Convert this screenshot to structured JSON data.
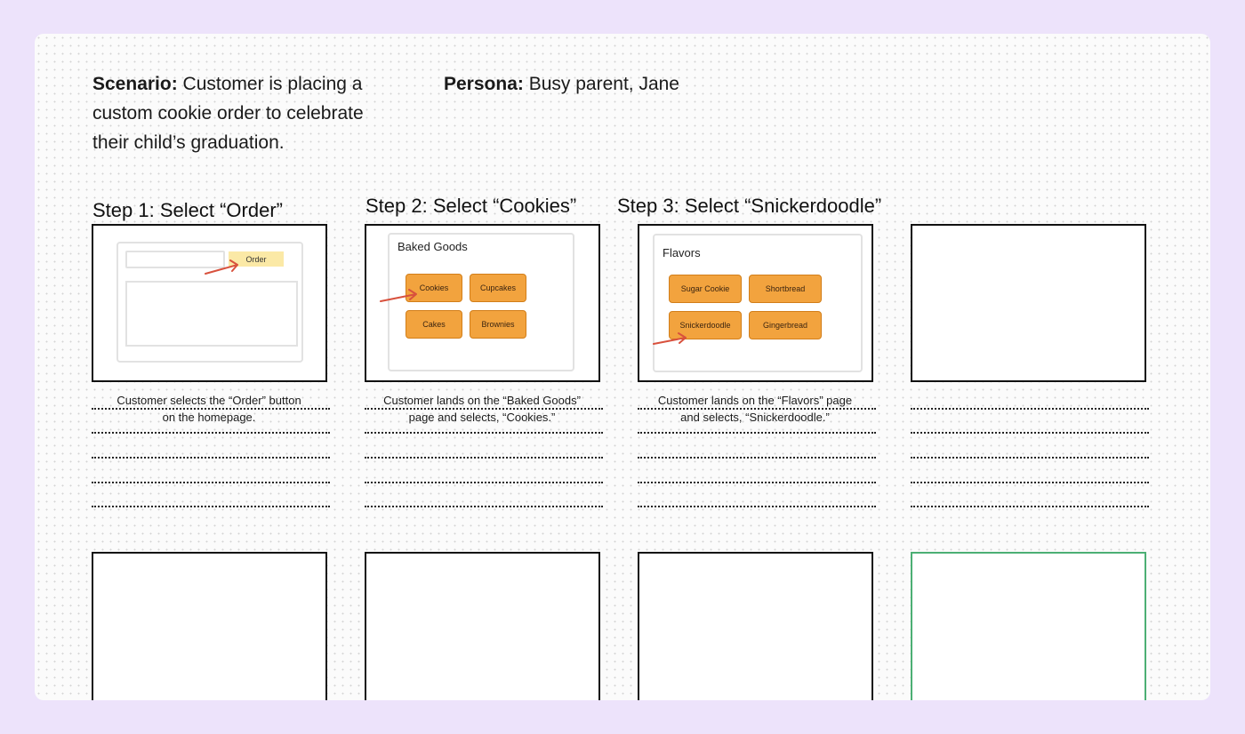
{
  "scenario": {
    "label": "Scenario:",
    "text_line1": " Customer is placing a",
    "text_line2": "custom cookie order to celebrate",
    "text_line3": "their child’s graduation."
  },
  "persona": {
    "label": "Persona:",
    "text": " Busy parent, Jane"
  },
  "steps": [
    {
      "title": "Step 1: Select “Order”",
      "caption_line1": "Customer selects the “Order” button",
      "caption_line2": "on the homepage.",
      "mock": {
        "button": "Order"
      }
    },
    {
      "title": "Step 2: Select “Cookies”",
      "caption_line1": "Customer lands on the “Baked Goods”",
      "caption_line2": "page and selects, “Cookies.”",
      "mock": {
        "title": "Baked Goods",
        "buttons": [
          "Cookies",
          "Cupcakes",
          "Cakes",
          "Brownies"
        ]
      }
    },
    {
      "title": "Step 3: Select “Snickerdoodle”",
      "caption_line1": "Customer lands on the “Flavors” page",
      "caption_line2": "and selects, “Snickerdoodle.”",
      "mock": {
        "title": "Flavors",
        "buttons": [
          "Sugar Cookie",
          "Shortbread",
          "Snickerdoodle",
          "Gingerbread"
        ]
      }
    }
  ],
  "colors": {
    "background": "#ede3fb",
    "button_fill": "#f2a33e",
    "order_highlight": "#fbe9a6",
    "arrow": "#d8513d",
    "selected_frame": "#4caf74"
  }
}
